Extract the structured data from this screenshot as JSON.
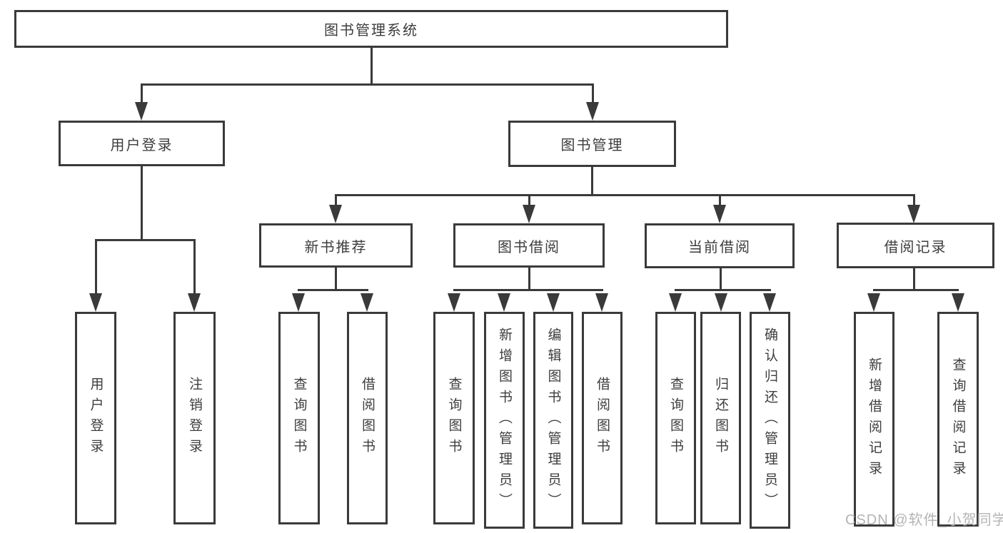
{
  "diagram_title": "图书管理系统",
  "nodes": {
    "root": "图书管理系统",
    "user_login": "用户登录",
    "book_mgmt": "图书管理",
    "new_book_rec": "新书推荐",
    "book_borrow": "图书借阅",
    "current_borrow": "当前借阅",
    "borrow_records": "借阅记录",
    "leaf_user_login": "用户登录",
    "leaf_logout": "注销登录",
    "leaf_query_book_1": "查询图书",
    "leaf_borrow_book_1": "借阅图书",
    "leaf_query_book_2": "查询图书",
    "leaf_add_book": "新增图书（管理员）",
    "leaf_edit_book": "编辑图书（管理员）",
    "leaf_borrow_book_2": "借阅图书",
    "leaf_query_book_3": "查询图书",
    "leaf_return_book": "归还图书",
    "leaf_confirm_return": "确认归还（管理员）",
    "leaf_add_borrow_record": "新增借阅记录",
    "leaf_query_borrow_record": "查询借阅记录"
  },
  "watermark": "CSDN @软件_小贺同学",
  "colors": {
    "line": "#3a3a3a",
    "text": "#3d3d3d",
    "watermark": "#b4b4b4",
    "background": "#ffffff"
  }
}
